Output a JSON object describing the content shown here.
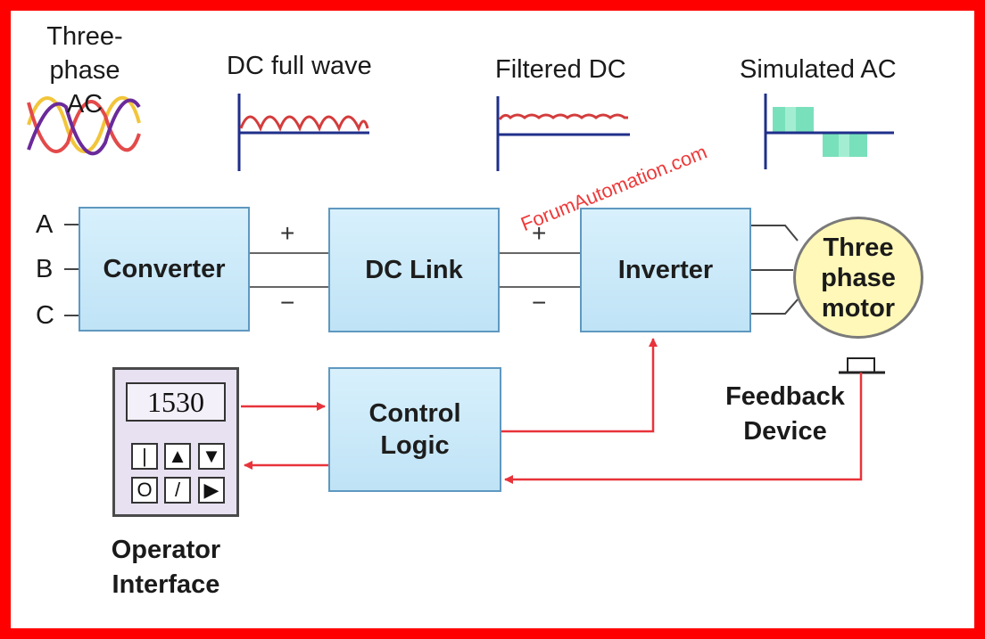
{
  "waves": {
    "three_phase_line1": "Three-",
    "three_phase_line2": "phase",
    "three_phase_line3": "AC",
    "dc_full_wave": "DC full wave",
    "filtered_dc": "Filtered DC",
    "simulated_ac": "Simulated AC"
  },
  "phases": {
    "a": "A",
    "b": "B",
    "c": "C"
  },
  "blocks": {
    "converter": "Converter",
    "dc_link": "DC Link",
    "inverter": "Inverter",
    "control_logic_line1": "Control",
    "control_logic_line2": "Logic"
  },
  "motor": {
    "line1": "Three",
    "line2": "phase",
    "line3": "motor"
  },
  "polarity": {
    "plus": "+",
    "minus": "−"
  },
  "operator_interface": {
    "display_value": "1530",
    "keys": [
      "|",
      "▲",
      "▼",
      "O",
      "/",
      "▶"
    ],
    "label_line1": "Operator",
    "label_line2": "Interface"
  },
  "feedback": {
    "line1": "Feedback",
    "line2": "Device"
  },
  "watermark": "ForumAutomation.com",
  "colors": {
    "frame": "#ff0000",
    "block_fill": "#c6e8f8",
    "block_border": "#5f98c0",
    "motor_fill": "#fff8b8",
    "signal_arrow": "#e8333a",
    "dc_wave": "#d43c3c",
    "axis": "#1f2f8a",
    "simulated_ac": "#45d0a0"
  }
}
